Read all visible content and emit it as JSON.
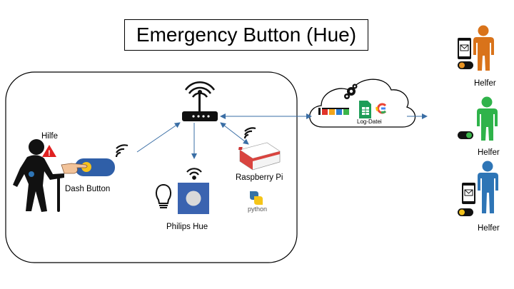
{
  "title": "Emergency Button (Hue)",
  "labels": {
    "hilfe": "Hilfe",
    "dash_button": "Dash Button",
    "philips_hue": "Philips Hue",
    "raspberry_pi": "Raspberry Pi",
    "python": "python",
    "log_datei": "Log-Datei",
    "helper_1": "Helfer",
    "helper_2": "Helfer",
    "helper_3": "Helfer"
  },
  "colors": {
    "helper_1": "#d9731a",
    "helper_2": "#2fb34a",
    "helper_3": "#2e75b6",
    "dash_button": "#2f5fa8",
    "hue_bulb_bg": "#3a63b0",
    "arrow": "#3a6ea5",
    "alert": "#e02020"
  },
  "icons": {
    "person": "elderly-person-icon",
    "alert": "warning-triangle-icon",
    "router": "wifi-router-icon",
    "pi": "raspberry-pi-icon",
    "bulb": "lightbulb-icon",
    "cloud": "cloud-icon",
    "gears": "gears-icon",
    "ifttt": "ifttt-logo-icon",
    "sheets": "google-sheets-icon",
    "google": "google-logo-icon",
    "python": "python-logo-icon",
    "phone": "smartphone-icon",
    "toggle": "toggle-switch-icon"
  }
}
